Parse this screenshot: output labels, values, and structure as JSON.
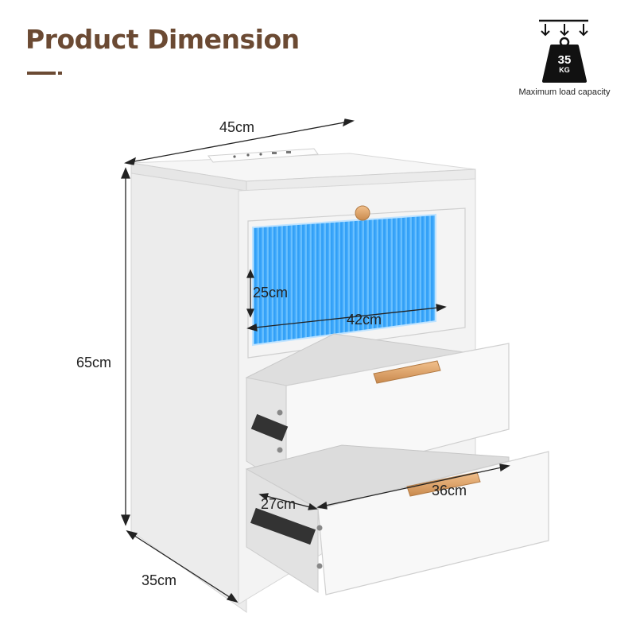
{
  "header": {
    "title": "Product Dimension"
  },
  "load": {
    "weight_value": "35",
    "weight_unit": "KG",
    "caption": "Maximum load capacity",
    "icon": "weight-load-icon"
  },
  "dimensions": {
    "width": "45cm",
    "height": "65cm",
    "depth": "35cm",
    "flap_height": "25cm",
    "flap_width": "42cm",
    "drawer_depth": "27cm",
    "drawer_width": "36cm"
  },
  "colors": {
    "title": "#6b4a33",
    "cabinet": "#f1f1f1",
    "led_glass": "#3aa6ff",
    "handle": "#e0a56a"
  }
}
